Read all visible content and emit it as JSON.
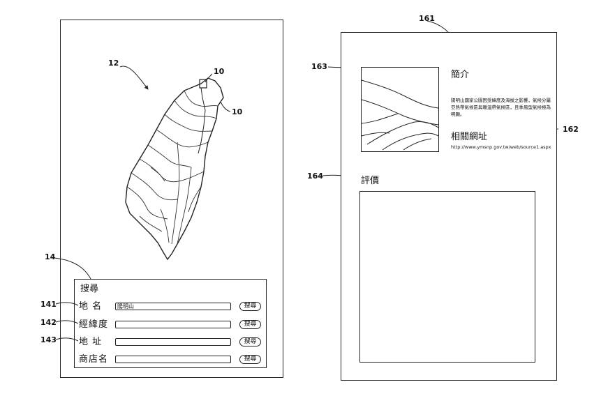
{
  "callouts": {
    "map": "12",
    "marker_a": "10",
    "marker_b": "10",
    "search": "14",
    "place_row": "141",
    "coord_row": "142",
    "address_row": "143",
    "intro": "161",
    "links": "162",
    "photo": "163",
    "rating": "164"
  },
  "search": {
    "title": "搜尋",
    "rows": [
      {
        "label": "地 名",
        "value": "陽明山",
        "button": "搜尋"
      },
      {
        "label": "經緯度",
        "value": "",
        "button": "搜尋"
      },
      {
        "label": "地 址",
        "value": "",
        "button": "搜尋"
      },
      {
        "label": "商店名",
        "value": "",
        "button": "搜尋"
      }
    ]
  },
  "detail": {
    "intro_title": "簡介",
    "intro_text": "陽明山國家公園因受緯度及海拔之影響，氣候分屬亞熱帶氣候區與暖溫帶氣候區，且季風型氣候極為明顯。",
    "links_title": "相關網址",
    "links_url": "http://www.ymsnp.gov.tw/web/source1.aspx",
    "rating_title": "評價"
  }
}
